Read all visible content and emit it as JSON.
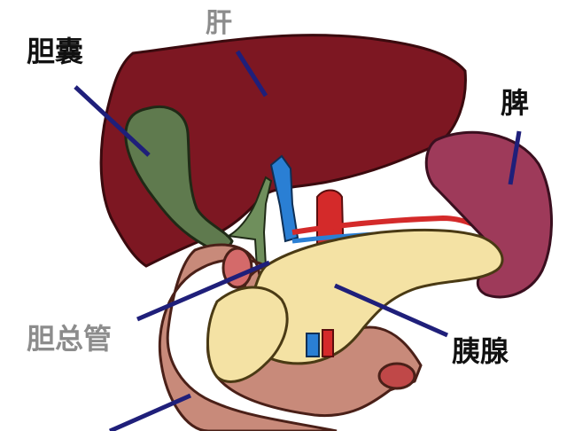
{
  "labels": {
    "liver": "肝",
    "gallbladder": "胆囊",
    "spleen": "脾",
    "common_bile_duct": "胆总管",
    "pancreas": "胰腺"
  },
  "colors": {
    "liver": "#7d1722",
    "gallbladder": "#5f7a4e",
    "spleen": "#9e3a5a",
    "pancreas": "#f4e2a4",
    "duodenum": "#c88a7a",
    "leader_line": "#1f1f7a",
    "aorta": "#d42a2a",
    "vein": "#2a7fd4"
  }
}
